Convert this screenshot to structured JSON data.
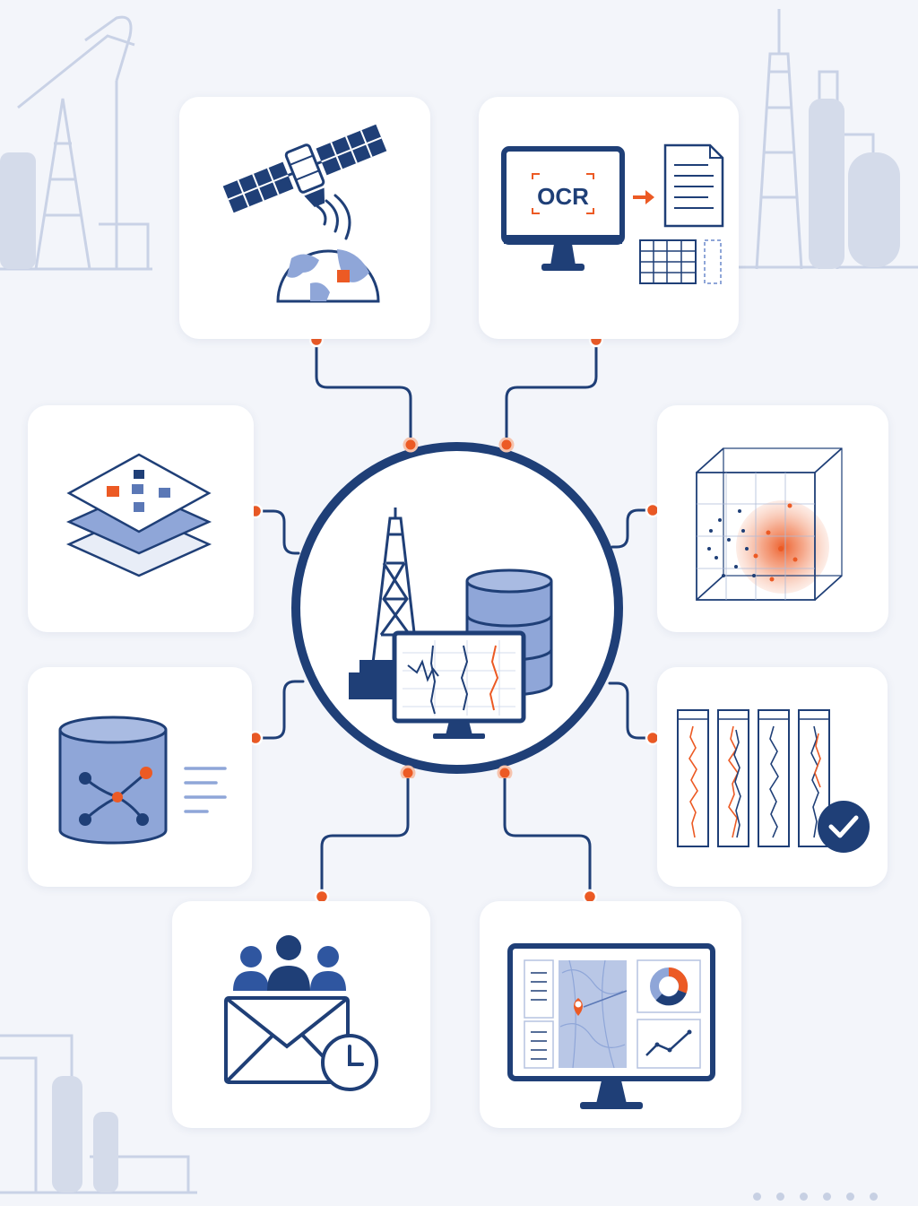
{
  "palette": {
    "navy": "#1f3f77",
    "orange": "#ec5a24",
    "light_blue": "#8fa6d8",
    "card_bg": "#ffffff",
    "page_bg": "#f3f5fa",
    "deco": "#c9d2e6"
  },
  "ocr_card": {
    "screen_text": "OCR"
  },
  "cards": [
    {
      "id": "satellite",
      "icon": "satellite-globe-icon"
    },
    {
      "id": "ocr",
      "icon": "ocr-document-icon"
    },
    {
      "id": "layers",
      "icon": "map-layers-icon"
    },
    {
      "id": "volume",
      "icon": "3d-heatmap-cube-icon"
    },
    {
      "id": "graph-db",
      "icon": "graph-database-icon"
    },
    {
      "id": "well-logs",
      "icon": "well-log-check-icon"
    },
    {
      "id": "notify",
      "icon": "team-email-clock-icon"
    },
    {
      "id": "dashboard",
      "icon": "map-dashboard-monitor-icon"
    }
  ],
  "hub": {
    "icon": "drilling-rig-database-monitor-icon"
  },
  "pagination": {
    "count": 6
  }
}
